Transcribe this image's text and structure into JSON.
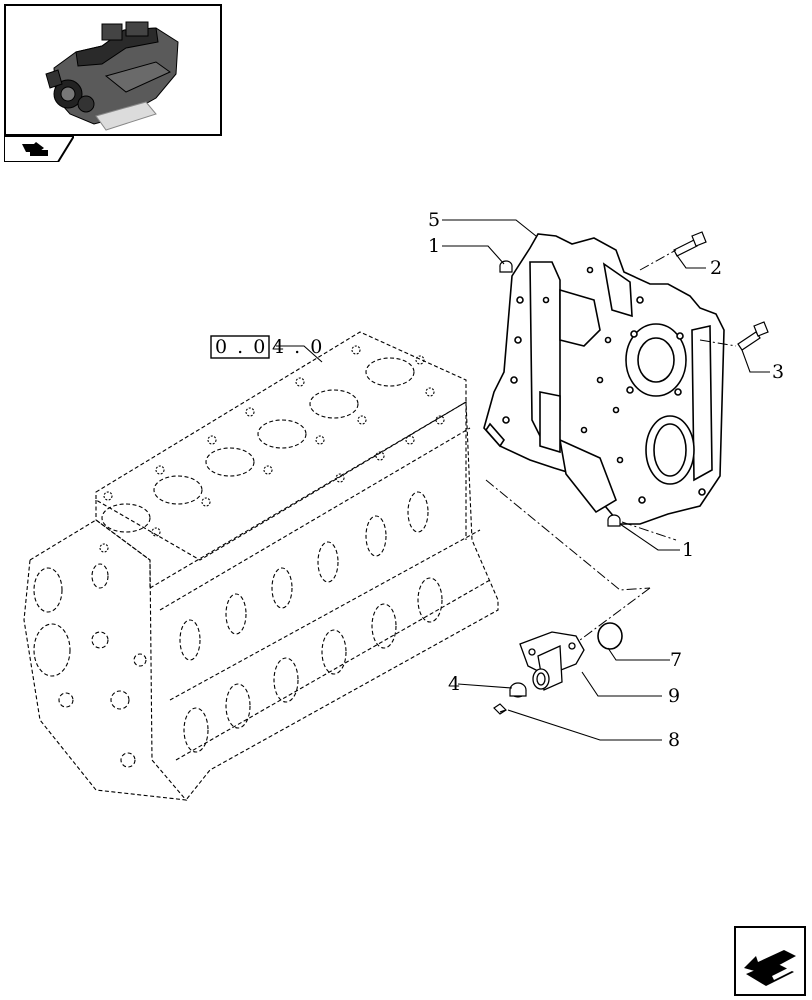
{
  "reference": {
    "box_label": "0 . 0",
    "suffix": "4 . 0"
  },
  "callouts": [
    {
      "id": "c5",
      "label": "5"
    },
    {
      "id": "c1a",
      "label": "1"
    },
    {
      "id": "c2",
      "label": "2"
    },
    {
      "id": "c3",
      "label": "3"
    },
    {
      "id": "c1b",
      "label": "1"
    },
    {
      "id": "c7",
      "label": "7"
    },
    {
      "id": "c4",
      "label": "4"
    },
    {
      "id": "c9",
      "label": "9"
    },
    {
      "id": "c8",
      "label": "8"
    }
  ],
  "icons": {
    "thumbnail": "engine-thumbnail-icon",
    "nav_tab": "back-arrow-icon",
    "next": "next-page-arrow-icon"
  }
}
